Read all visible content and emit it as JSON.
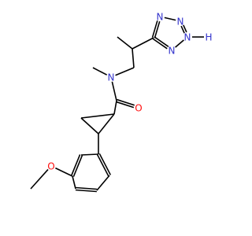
{
  "molecule": {
    "background_color": "#ffffff",
    "bond_color": "#000000",
    "colors": {
      "N": "#3333cc",
      "O": "#ff0d0d"
    },
    "atoms": [
      {
        "id": "c_ome",
        "element": "C",
        "label": ""
      },
      {
        "id": "o_ome",
        "element": "O",
        "label": "O"
      },
      {
        "id": "ar1",
        "element": "C",
        "label": ""
      },
      {
        "id": "ar2",
        "element": "C",
        "label": ""
      },
      {
        "id": "ar3",
        "element": "C",
        "label": ""
      },
      {
        "id": "ar4",
        "element": "C",
        "label": ""
      },
      {
        "id": "ar5",
        "element": "C",
        "label": ""
      },
      {
        "id": "ar6",
        "element": "C",
        "label": ""
      },
      {
        "id": "cp1",
        "element": "C",
        "label": ""
      },
      {
        "id": "cp2",
        "element": "C",
        "label": ""
      },
      {
        "id": "cp3",
        "element": "C",
        "label": ""
      },
      {
        "id": "c_co",
        "element": "C",
        "label": ""
      },
      {
        "id": "o_co",
        "element": "O",
        "label": "O"
      },
      {
        "id": "n_am",
        "element": "N",
        "label": "N"
      },
      {
        "id": "c_nme",
        "element": "C",
        "label": ""
      },
      {
        "id": "c_ch2",
        "element": "C",
        "label": ""
      },
      {
        "id": "c_ch",
        "element": "C",
        "label": ""
      },
      {
        "id": "c_me",
        "element": "C",
        "label": ""
      },
      {
        "id": "tz_c5",
        "element": "C",
        "label": ""
      },
      {
        "id": "tz_n4",
        "element": "N",
        "label": "N"
      },
      {
        "id": "tz_n3",
        "element": "N",
        "label": "N"
      },
      {
        "id": "tz_n2",
        "element": "N",
        "label": "N"
      },
      {
        "id": "tz_h",
        "element": "H",
        "label": "H"
      },
      {
        "id": "tz_n1",
        "element": "N",
        "label": "N"
      }
    ],
    "bonds": [
      {
        "from": "c_ome",
        "to": "o_ome",
        "order": 1
      },
      {
        "from": "o_ome",
        "to": "ar5",
        "order": 1
      },
      {
        "from": "ar1",
        "to": "ar2",
        "order": 2
      },
      {
        "from": "ar2",
        "to": "ar3",
        "order": 1
      },
      {
        "from": "ar3",
        "to": "ar4",
        "order": 2
      },
      {
        "from": "ar4",
        "to": "ar5",
        "order": 1
      },
      {
        "from": "ar5",
        "to": "ar6",
        "order": 2
      },
      {
        "from": "ar6",
        "to": "ar1",
        "order": 1
      },
      {
        "from": "ar1",
        "to": "cp1",
        "order": 1
      },
      {
        "from": "cp1",
        "to": "cp2",
        "order": 1
      },
      {
        "from": "cp2",
        "to": "cp3",
        "order": 1
      },
      {
        "from": "cp3",
        "to": "cp1",
        "order": 1
      },
      {
        "from": "cp3",
        "to": "c_co",
        "order": 1
      },
      {
        "from": "c_co",
        "to": "o_co",
        "order": 2
      },
      {
        "from": "c_co",
        "to": "n_am",
        "order": 1
      },
      {
        "from": "n_am",
        "to": "c_nme",
        "order": 1
      },
      {
        "from": "n_am",
        "to": "c_ch2",
        "order": 1
      },
      {
        "from": "c_ch2",
        "to": "c_ch",
        "order": 1
      },
      {
        "from": "c_ch",
        "to": "c_me",
        "order": 1
      },
      {
        "from": "c_ch",
        "to": "tz_c5",
        "order": 1
      },
      {
        "from": "tz_c5",
        "to": "tz_n4",
        "order": 2
      },
      {
        "from": "tz_n4",
        "to": "tz_n3",
        "order": 1
      },
      {
        "from": "tz_n3",
        "to": "tz_n2",
        "order": 2
      },
      {
        "from": "tz_n2",
        "to": "tz_h",
        "order": 1
      },
      {
        "from": "tz_n2",
        "to": "tz_n1",
        "order": 1
      },
      {
        "from": "tz_n1",
        "to": "tz_c5",
        "order": 2
      }
    ]
  }
}
